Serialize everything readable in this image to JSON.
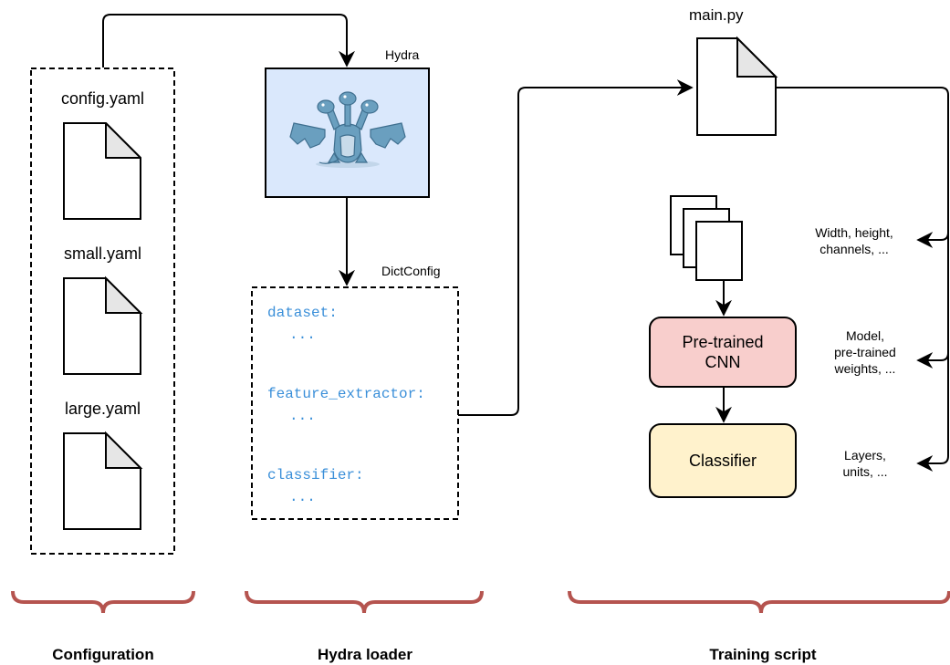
{
  "configuration": {
    "files": [
      "config.yaml",
      "small.yaml",
      "large.yaml"
    ],
    "brace_label": "Configuration"
  },
  "hydra_loader": {
    "hydra_label": "Hydra",
    "dictconfig_label": "DictConfig",
    "keys": [
      "dataset:",
      "feature_extractor:",
      "classifier:"
    ],
    "ellipsis": "...",
    "brace_label": "Hydra loader"
  },
  "training_script": {
    "script_label": "main.py",
    "pretrained_box": "Pre-trained\nCNN",
    "classifier_box": "Classifier",
    "inputs": [
      "Width, height,\nchannels, ...",
      "Model,\npre-trained\nweights, ...",
      "Layers,\nunits, ..."
    ],
    "brace_label": "Training script"
  },
  "colors": {
    "brace": "#b5544f",
    "hydra_fill": "#dae8fc",
    "pretrained_fill": "#f8cecc",
    "pretrained_stroke": "#b85450",
    "classifier_fill": "#fff2cc",
    "classifier_stroke": "#d6b656",
    "code": "#3a8fd9",
    "dragon": "#6a9fbf"
  }
}
